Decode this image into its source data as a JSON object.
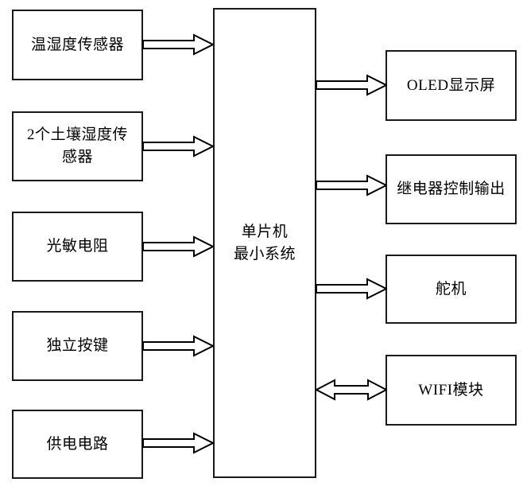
{
  "diagram": {
    "colors": {
      "stroke": "#000000",
      "box_fill": "#ffffff",
      "background": "#ffffff"
    },
    "center_node": {
      "label": "单片机\n最小系统"
    },
    "left_nodes": [
      {
        "label": "温湿度传感器"
      },
      {
        "label": "2个土壤湿度传\n感器"
      },
      {
        "label": "光敏电阻"
      },
      {
        "label": "独立按键"
      },
      {
        "label": "供电电路"
      }
    ],
    "right_nodes": [
      {
        "label": "OLED显示屏"
      },
      {
        "label": "继电器控制输出"
      },
      {
        "label": "舵机"
      },
      {
        "label": "WIFI模块"
      }
    ],
    "edges": [
      {
        "from": "温湿度传感器",
        "to": "单片机最小系统",
        "direction": "one-way"
      },
      {
        "from": "2个土壤湿度传感器",
        "to": "单片机最小系统",
        "direction": "one-way"
      },
      {
        "from": "光敏电阻",
        "to": "单片机最小系统",
        "direction": "one-way"
      },
      {
        "from": "独立按键",
        "to": "单片机最小系统",
        "direction": "one-way"
      },
      {
        "from": "供电电路",
        "to": "单片机最小系统",
        "direction": "one-way"
      },
      {
        "from": "单片机最小系统",
        "to": "OLED显示屏",
        "direction": "one-way"
      },
      {
        "from": "单片机最小系统",
        "to": "继电器控制输出",
        "direction": "one-way"
      },
      {
        "from": "单片机最小系统",
        "to": "舵机",
        "direction": "one-way"
      },
      {
        "from": "单片机最小系统",
        "to": "WIFI模块",
        "direction": "two-way"
      }
    ]
  }
}
